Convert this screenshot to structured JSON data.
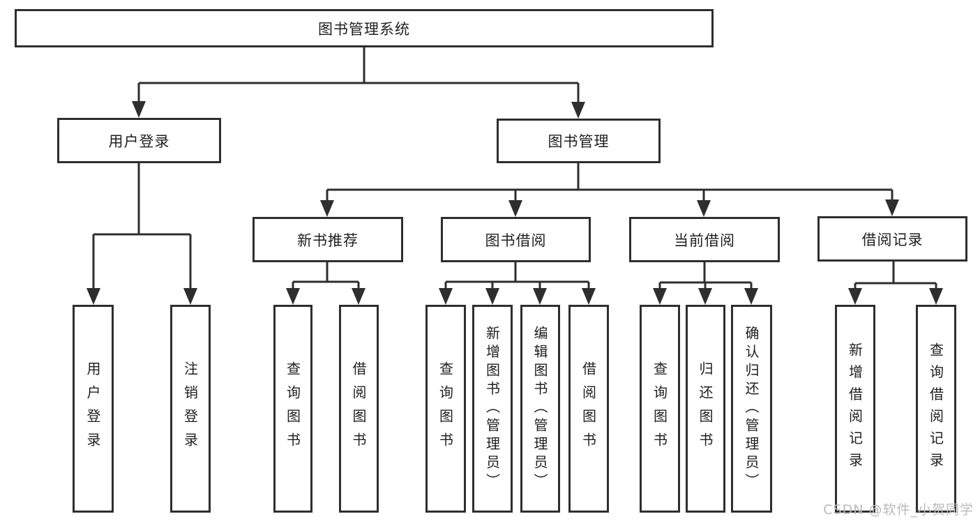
{
  "diagram": {
    "title": "图书管理系统",
    "root": {
      "label": "图书管理系统"
    },
    "branches": [
      {
        "label": "用户登录",
        "children": [
          {
            "label": "用户登录"
          },
          {
            "label": "注销登录"
          }
        ]
      },
      {
        "label": "图书管理",
        "children": [
          {
            "label": "新书推荐",
            "children": [
              {
                "label": "查询图书"
              },
              {
                "label": "借阅图书"
              }
            ]
          },
          {
            "label": "图书借阅",
            "children": [
              {
                "label": "查询图书"
              },
              {
                "label": "新增图书（管理员）"
              },
              {
                "label": "编辑图书（管理员）"
              },
              {
                "label": "借阅图书"
              }
            ]
          },
          {
            "label": "当前借阅",
            "children": [
              {
                "label": "查询图书"
              },
              {
                "label": "归还图书"
              },
              {
                "label": "确认归还（管理员）"
              }
            ]
          },
          {
            "label": "借阅记录",
            "children": [
              {
                "label": "新增借阅记录"
              },
              {
                "label": "查询借阅记录"
              }
            ]
          }
        ]
      }
    ]
  },
  "watermark": {
    "text": "CSDN @软件_小贺同学"
  },
  "colors": {
    "line": "#2e2e2e",
    "text": "#1f1f1f",
    "background": "#ffffff",
    "watermark": "#b9b9b9"
  }
}
